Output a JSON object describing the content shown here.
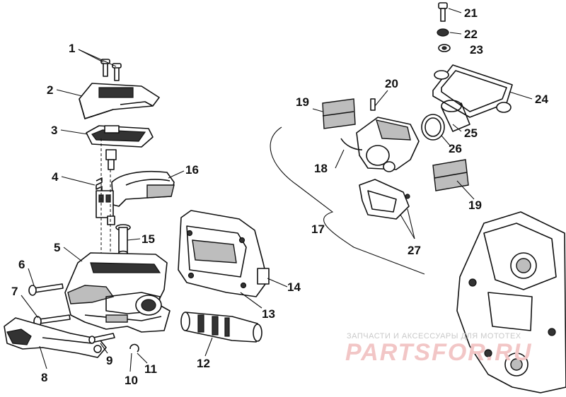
{
  "callouts": [
    "1",
    "2",
    "3",
    "4",
    "5",
    "6",
    "7",
    "8",
    "9",
    "10",
    "11",
    "12",
    "13",
    "14",
    "15",
    "16",
    "17",
    "18",
    "19",
    "19",
    "20",
    "21",
    "22",
    "23",
    "24",
    "25",
    "26",
    "27"
  ],
  "watermark": {
    "caption": "ЗАПЧАСТИ И АКСЕССУАРЫ ДЛЯ МОТОТЕХ",
    "logo": "PARTSFOR.RU"
  },
  "colors": {
    "line": "#111111",
    "shade": "#bdbdbd",
    "watermark": "#f2c6c6"
  }
}
